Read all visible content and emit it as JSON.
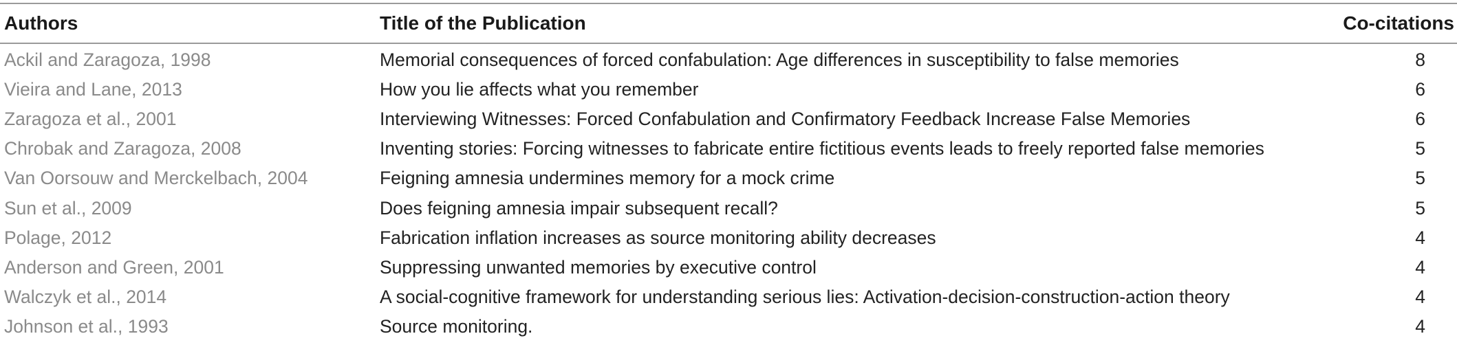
{
  "table": {
    "headers": {
      "authors": "Authors",
      "title": "Title of the Publication",
      "cocitations": "Co-citations"
    },
    "rows": [
      {
        "authors": "Ackil and Zaragoza, 1998",
        "title": "Memorial consequences of forced confabulation: Age differences in susceptibility to false memories",
        "cocitations": "8"
      },
      {
        "authors": "Vieira and Lane, 2013",
        "title": "How you lie affects what you remember",
        "cocitations": "6"
      },
      {
        "authors": "Zaragoza et al., 2001",
        "title": "Interviewing Witnesses: Forced Confabulation and Confirmatory Feedback Increase False Memories",
        "cocitations": "6"
      },
      {
        "authors": "Chrobak and Zaragoza, 2008",
        "title": "Inventing stories: Forcing witnesses to fabricate entire fictitious events leads to freely reported false memories",
        "cocitations": "5"
      },
      {
        "authors": "Van Oorsouw and Merckelbach, 2004",
        "title": "Feigning amnesia undermines memory for a mock crime",
        "cocitations": "5"
      },
      {
        "authors": "Sun et al., 2009",
        "title": "Does feigning amnesia impair subsequent recall?",
        "cocitations": "5"
      },
      {
        "authors": "Polage, 2012",
        "title": "Fabrication inflation increases as source monitoring ability decreases",
        "cocitations": "4"
      },
      {
        "authors": "Anderson and Green, 2001",
        "title": "Suppressing unwanted memories by executive control",
        "cocitations": "4"
      },
      {
        "authors": "Walczyk et al., 2014",
        "title": "A social-cognitive framework for understanding serious lies: Activation-decision-construction-action theory",
        "cocitations": "4"
      },
      {
        "authors": "Johnson et al., 1993",
        "title": "Source monitoring.",
        "cocitations": "4"
      }
    ]
  }
}
